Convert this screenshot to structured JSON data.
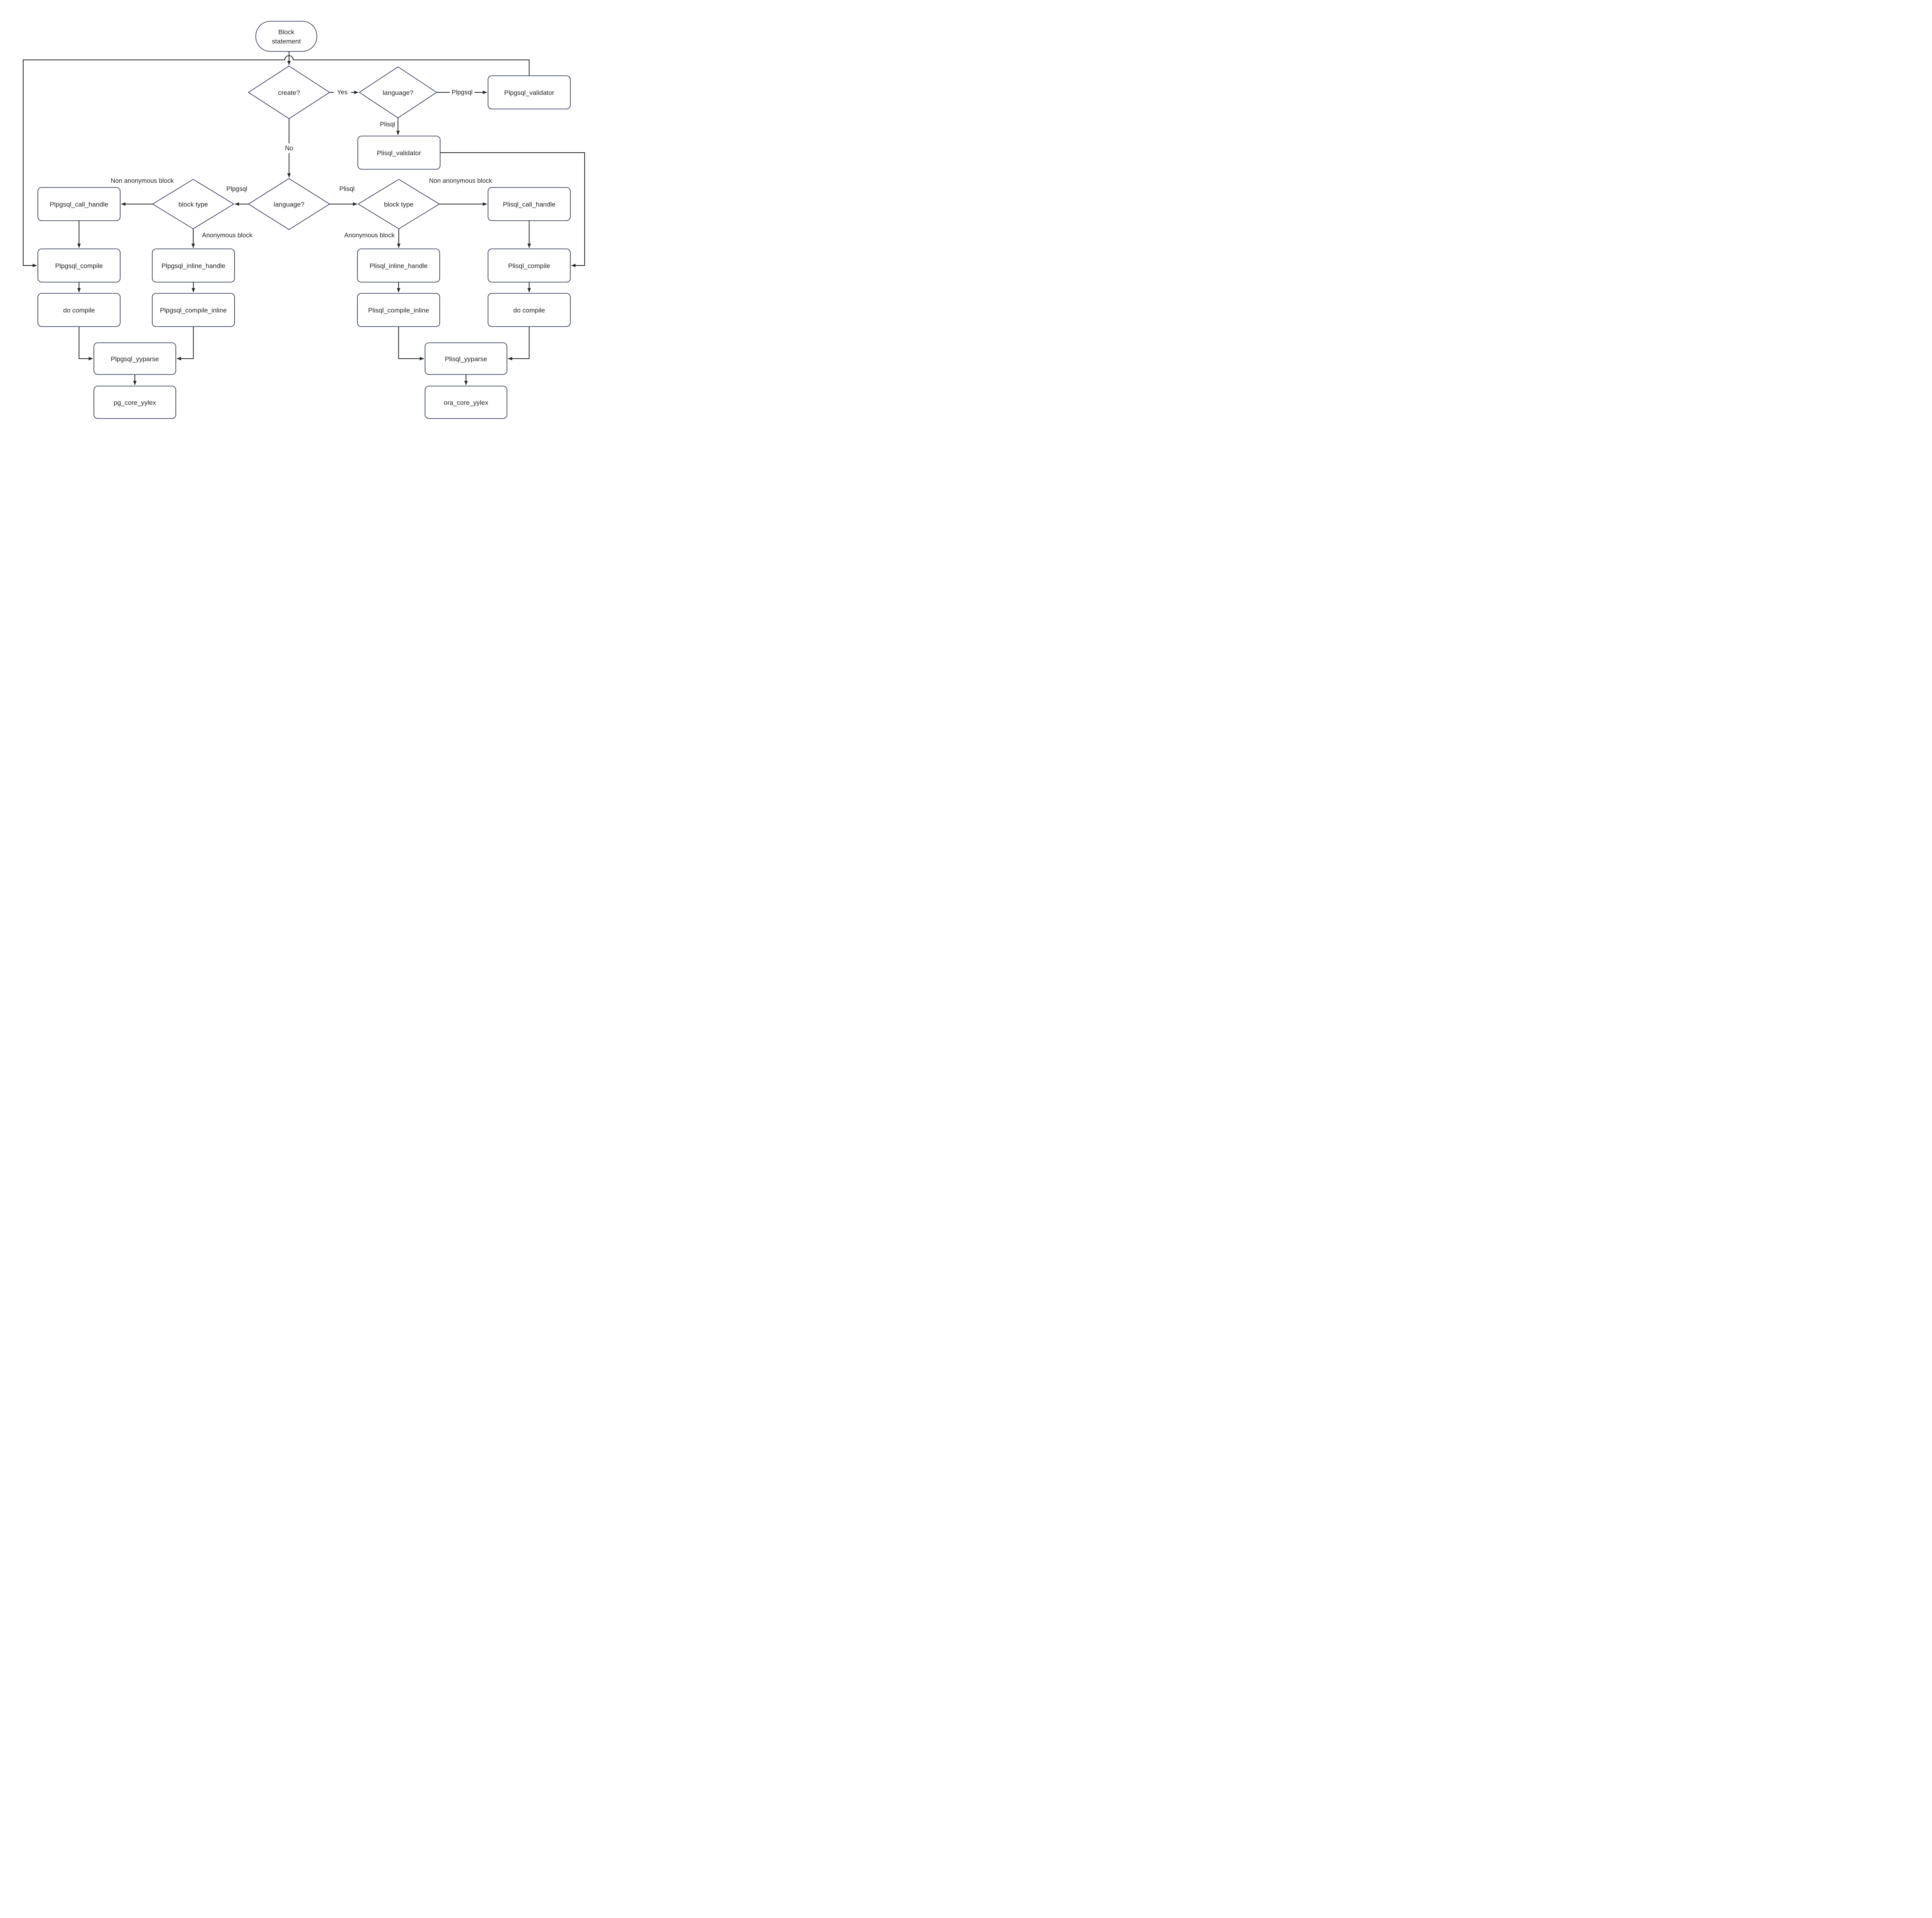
{
  "colors": {
    "background": "#ffffff",
    "shape_border": "#1f2a4e",
    "connector": "#262626",
    "text": "#1f1f1f"
  },
  "nodes": {
    "block_statement": {
      "lines": [
        "Block",
        "statement"
      ]
    },
    "create_decision": {
      "label": "create?"
    },
    "language_top": {
      "label": "language?"
    },
    "plpgsql_validator": {
      "label": "Plpgsql_validator"
    },
    "plisql_validator": {
      "label": "Plisql_validator"
    },
    "language_center": {
      "label": "language?"
    },
    "block_type_left": {
      "label": "block type"
    },
    "block_type_right": {
      "label": "block type"
    },
    "plpgsql_call_handle": {
      "label": "Plpgsql_call_handle"
    },
    "plisql_call_handle": {
      "label": "Plisql_call_handle"
    },
    "plpgsql_compile": {
      "label": "Plpgsql_compile"
    },
    "plpgsql_inline_handle": {
      "label": "Plpgsql_inline_handle"
    },
    "plisql_inline_handle": {
      "label": "Plisql_inline_handle"
    },
    "plisql_compile": {
      "label": "Plisql_compile"
    },
    "do_compile_left": {
      "label": "do compile"
    },
    "plpgsql_compile_inline": {
      "label": "Plpgsql_compile_inline"
    },
    "plisql_compile_inline": {
      "label": "Plisql_compile_inline"
    },
    "do_compile_right": {
      "label": "do compile"
    },
    "plpgsql_yyparse": {
      "label": "Plpgsql_yyparse"
    },
    "plisql_yyparse": {
      "label": "Plisql_yyparse"
    },
    "pg_core_yylex": {
      "label": "pg_core_yylex"
    },
    "ora_core_yylex": {
      "label": "ora_core_yylex"
    }
  },
  "edge_labels": {
    "yes": "Yes",
    "no": "No",
    "create_plpgsql": "Plpgsql",
    "create_plisql": "Plisql",
    "lang_plpgsql": "Plpgsql",
    "lang_plisql": "Plisql",
    "non_anonymous_left": "Non anonymous block",
    "anonymous_left": "Anonymous block",
    "anonymous_right": "Anonymous block",
    "non_anonymous_right": "Non anonymous block"
  }
}
